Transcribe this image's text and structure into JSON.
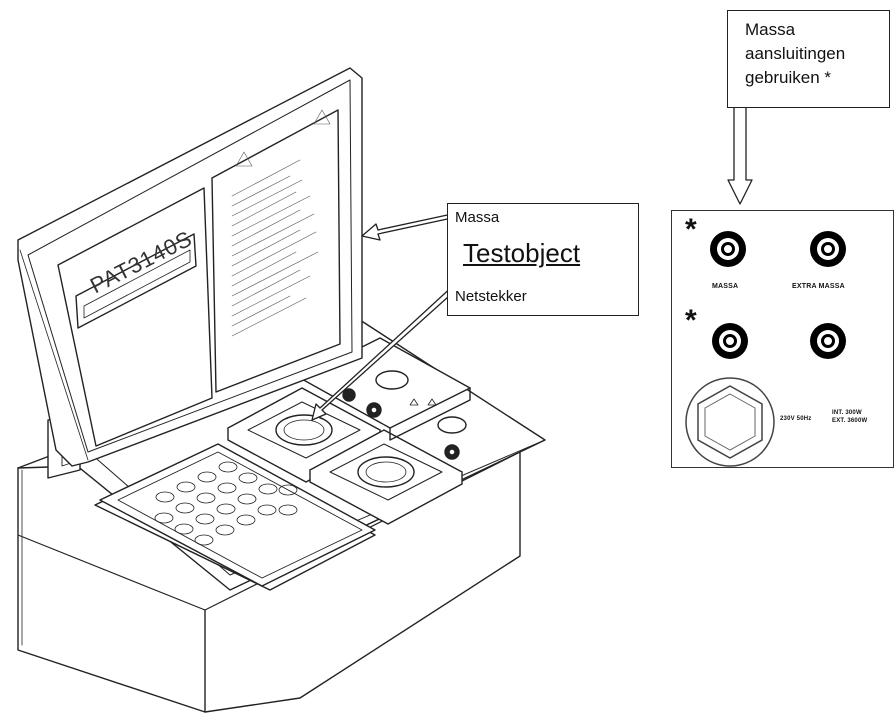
{
  "callout_top": {
    "line1": "Massa",
    "line2": "aansluitingen",
    "line3": "gebruiken  *"
  },
  "callout_center": {
    "massa": "Massa",
    "testobject": "Testobject",
    "netstekker": "Netstekker"
  },
  "device": {
    "model_label": "PAT3140S"
  },
  "connector_panel": {
    "star_symbol": "*",
    "massa_label": "MASSA",
    "extra_massa_label": "EXTRA MASSA",
    "voltage_label": "230V 50Hz",
    "power_int": "INT.  300W",
    "power_ext": "EXT. 3600W"
  }
}
